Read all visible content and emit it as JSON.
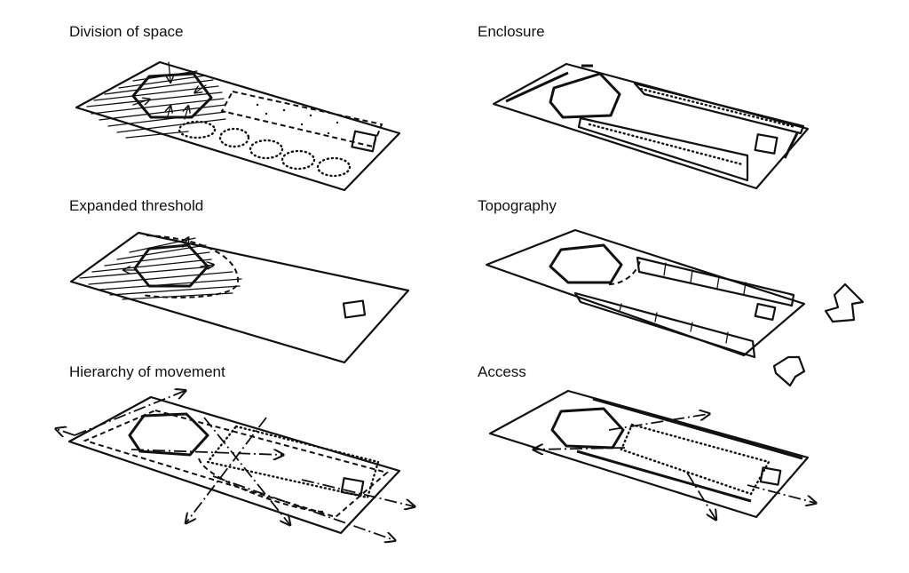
{
  "panels": [
    {
      "id": "division",
      "title": "Division of space"
    },
    {
      "id": "enclosure",
      "title": "Enclosure"
    },
    {
      "id": "threshold",
      "title": "Expanded threshold"
    },
    {
      "id": "topography",
      "title": "Topography"
    },
    {
      "id": "movement",
      "title": "Hierarchy of movement"
    },
    {
      "id": "access",
      "title": "Access"
    }
  ]
}
